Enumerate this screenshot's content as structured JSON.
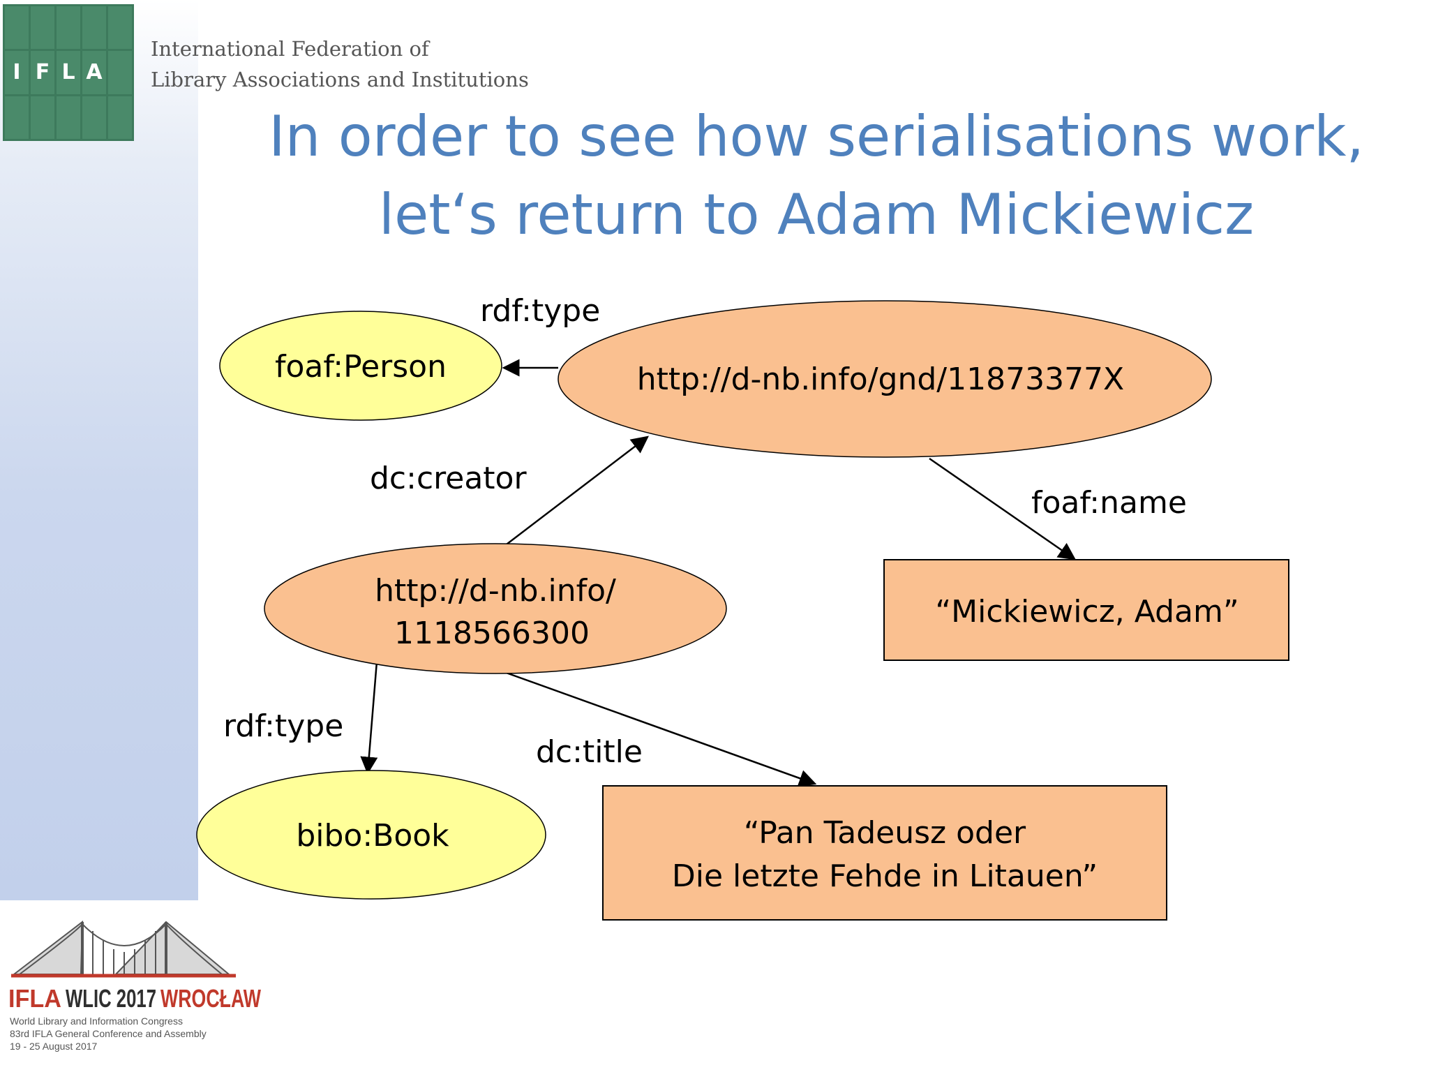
{
  "header": {
    "logo_letters": [
      "I",
      "F",
      "L",
      "A"
    ],
    "org_name_line1": "International Federation of",
    "org_name_line2": "Library Associations and Institutions"
  },
  "title": {
    "line1": "In order to see how serialisations work,",
    "line2": "let‘s return to Adam Mickiewicz"
  },
  "diagram": {
    "nodes": {
      "person_class": "foaf:Person",
      "gnd_uri": "http://d-nb.info/gnd/11873377X",
      "book_uri_line1": "http://d-nb.info/",
      "book_uri_line2": "1118566300",
      "name_literal": "“Mickiewicz, Adam”",
      "book_class": "bibo:Book",
      "title_literal_line1": "“Pan Tadeusz oder",
      "title_literal_line2": "Die letzte Fehde in Litauen”"
    },
    "edges": {
      "rdf_type_person": "rdf:type",
      "dc_creator": "dc:creator",
      "foaf_name": "foaf:name",
      "rdf_type_book": "rdf:type",
      "dc_title": "dc:title"
    }
  },
  "footer": {
    "wlic_brand_ifla": "IFLA",
    "wlic_brand_mid": "WLIC 2017",
    "wlic_brand_city": "WROCŁAW",
    "wlic_line1": "World Library and Information Congress",
    "wlic_line2": "83rd IFLA General Conference and Assembly",
    "wlic_line3": "19 - 25 August 2017"
  },
  "colors": {
    "title_blue": "#4f81bd",
    "uri_fill": "#fac090",
    "class_fill": "#ffff99",
    "logo_green": "#3d7a5c",
    "wlic_red": "#c0392b"
  }
}
